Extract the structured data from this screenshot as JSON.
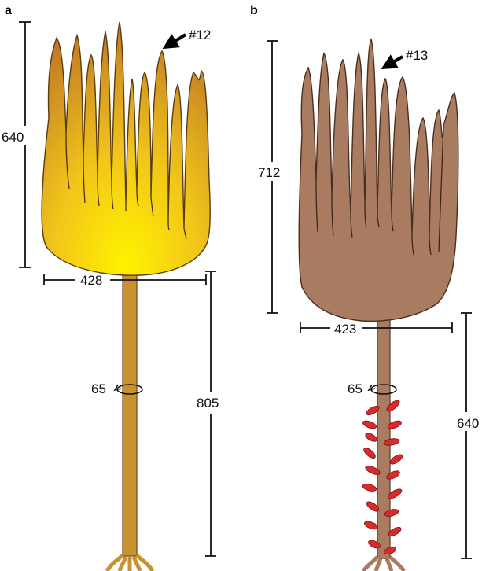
{
  "panels": {
    "a": {
      "label": "a",
      "specimen": "#12",
      "head_height": "640",
      "head_width": "428",
      "stalk_length": "805",
      "stalk_twist": "65",
      "head_color": "#e8b818",
      "stalk_color": "#c9912f"
    },
    "b": {
      "label": "b",
      "specimen": "#13",
      "head_height": "712",
      "head_width": "423",
      "stalk_length": "640",
      "stalk_twist": "65",
      "head_color": "#a97b60",
      "stalk_color": "#a97b60",
      "epibiont_color": "#d92b2b"
    }
  }
}
